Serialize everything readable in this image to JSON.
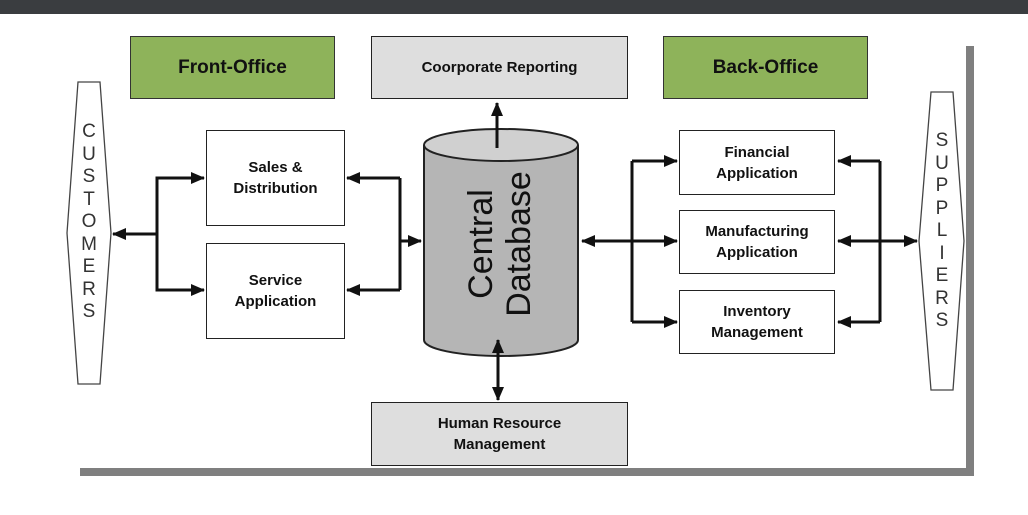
{
  "diagram": {
    "headers": {
      "front_office": "Front-Office",
      "back_office": "Back-Office",
      "corporate_reporting": "Coorporate Reporting",
      "human_resource": "Human Resource\nManagement"
    },
    "front_apps": {
      "sales": "Sales &\nDistribution",
      "service": "Service\nApplication"
    },
    "back_apps": {
      "financial": "Financial\nApplication",
      "manufacturing": "Manufacturing\nApplication",
      "inventory": "Inventory\nManagement"
    },
    "central_database": "Central\nDatabase",
    "customers": "CUSTOMERS",
    "suppliers": "SUPPLIERS"
  },
  "colors": {
    "office_header_fill": "#8eb35a",
    "module_fill": "#dedede",
    "database_fill": "#b5b5b5",
    "line": "#111111"
  }
}
